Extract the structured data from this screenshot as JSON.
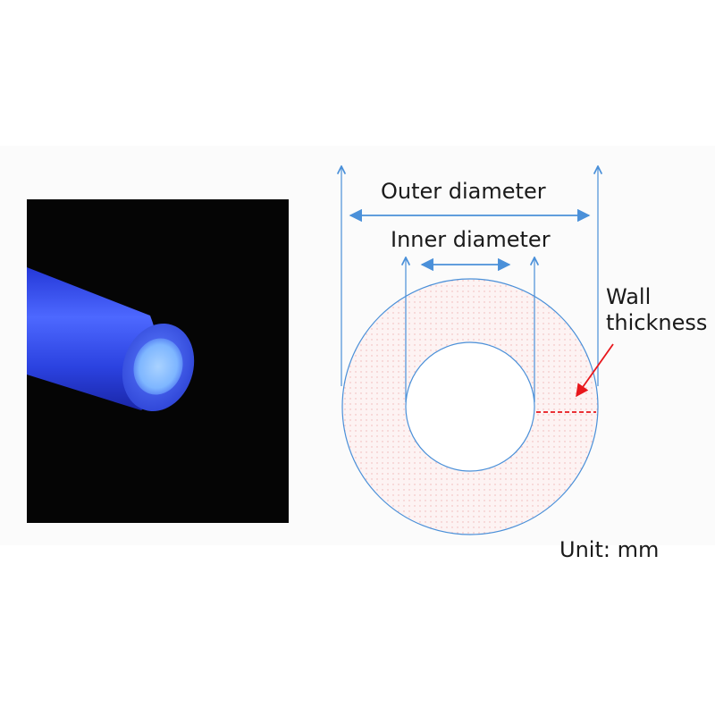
{
  "labels": {
    "outer_diameter": "Outer diameter",
    "inner_diameter": "Inner diameter",
    "wall_line1": "Wall",
    "wall_line2": "thickness",
    "unit": "Unit: mm"
  },
  "colors": {
    "dimension_lines": "#4a90d9",
    "wall_marker": "#e8161b",
    "ring_fill": "#fdf1f1",
    "tube_blue": "#3f5cf2",
    "photo_background": "#050505"
  }
}
